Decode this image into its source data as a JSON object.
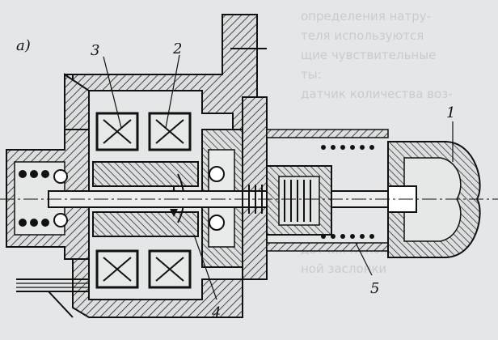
{
  "figure": {
    "panel_label": "а)",
    "callouts": [
      "1",
      "2",
      "3",
      "4",
      "5"
    ]
  },
  "bleed_through_text": [
    "определения натру-",
    "теля используются",
    "щие чувствительные",
    "ты:",
    "датчик количества воз-",
    "",
    "",
    "",
    "",
    "",
    "",
    "",
    "датчик положения",
    "ной заслонки"
  ],
  "colors": {
    "paper": "#e4e6e7",
    "ink": "#111111",
    "faded_text": "#c9cccf"
  }
}
